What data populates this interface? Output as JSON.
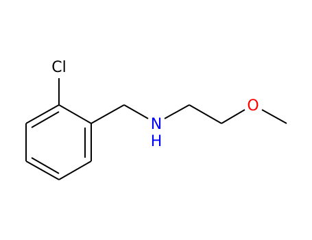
{
  "atoms": {
    "chlorine": {
      "symbol": "Cl",
      "color": "#000000"
    },
    "nitrogen": {
      "symbol": "N",
      "hydrogen": "H",
      "color": "#0000ff"
    },
    "oxygen": {
      "symbol": "O",
      "color": "#ff0000"
    }
  },
  "bond_color": "#000000"
}
